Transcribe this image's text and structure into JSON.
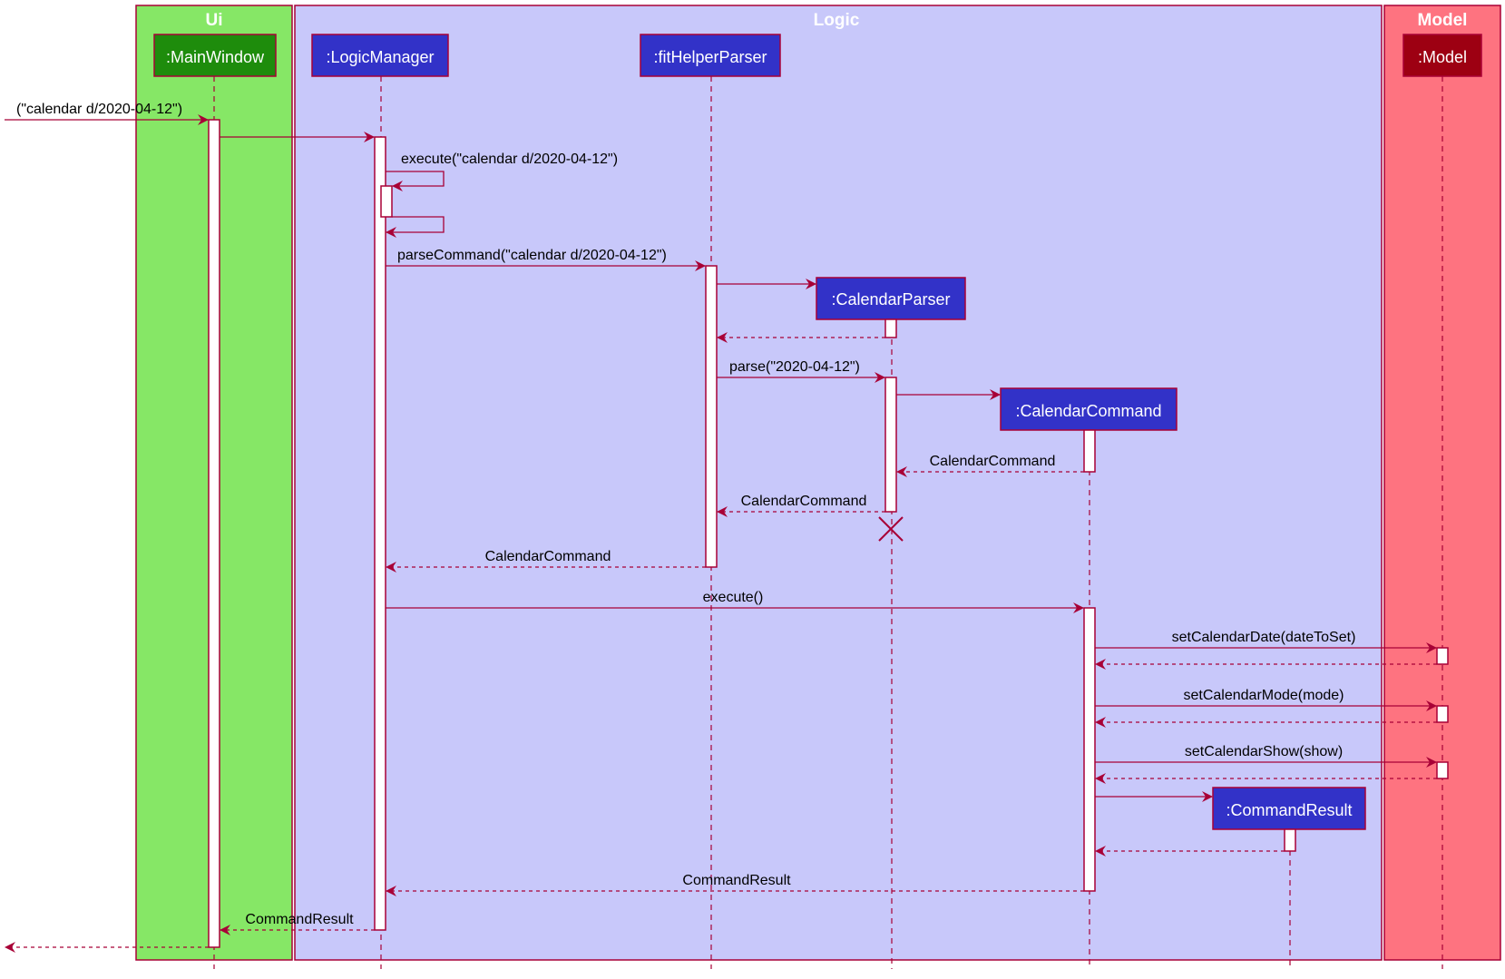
{
  "groups": {
    "ui": {
      "title": "Ui",
      "color": "#86E766"
    },
    "logic": {
      "title": "Logic",
      "color": "#C8C8FA"
    },
    "model": {
      "title": "Model",
      "color": "#FE7380"
    }
  },
  "participants": {
    "main_window": ":MainWindow",
    "logic_manager": ":LogicManager",
    "fithelper_parser": ":fitHelperParser",
    "calendar_parser": ":CalendarParser",
    "calendar_command": ":CalendarCommand",
    "command_result": ":CommandResult",
    "model": ":Model"
  },
  "colors": {
    "ui_actor": "#1E8C0C",
    "logic_actor": "#3232C8",
    "model_actor": "#9D0012",
    "line": "#A80036"
  },
  "messages": {
    "m1": "(\"calendar d/2020-04-12\")",
    "m2": "execute(\"calendar d/2020-04-12\")",
    "m3": "parseCommand(\"calendar d/2020-04-12\")",
    "m4": "parse(\"2020-04-12\")",
    "m5": "CalendarCommand",
    "m6": "CalendarCommand",
    "m7": "CalendarCommand",
    "m8": "execute()",
    "m9": "setCalendarDate(dateToSet)",
    "m10": "setCalendarMode(mode)",
    "m11": "setCalendarShow(show)",
    "m12": "CommandResult",
    "m13": "CommandResult"
  }
}
